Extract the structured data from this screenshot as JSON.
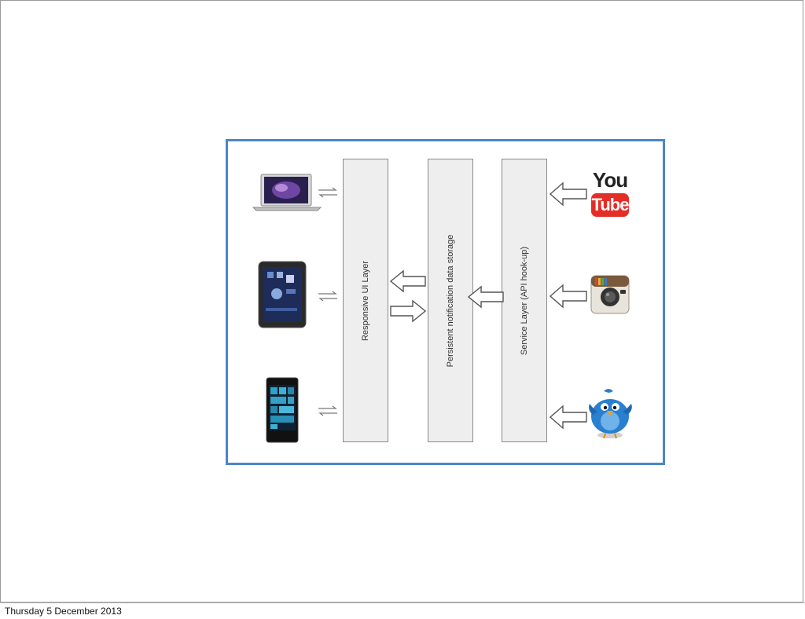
{
  "footer": {
    "date": "Thursday 5 December 2013"
  },
  "diagram": {
    "layers": [
      {
        "label": "Responsive UI Layer"
      },
      {
        "label": "Persistent notification data storage"
      },
      {
        "label": "Service Layer (API hook-up)"
      }
    ],
    "clients": [
      "laptop-icon",
      "tablet-icon",
      "smartphone-icon"
    ],
    "sources": [
      {
        "icon": "youtube-logo-icon",
        "logo_top": "You",
        "logo_bottom": "Tube"
      },
      {
        "icon": "instagram-logo-icon"
      },
      {
        "icon": "twitter-bird-icon"
      }
    ],
    "colors": {
      "frame": "#4a86c8",
      "layer_fill": "#eeeeee",
      "youtube_red": "#e52d27",
      "twitter_blue": "#2a7fcf"
    }
  }
}
